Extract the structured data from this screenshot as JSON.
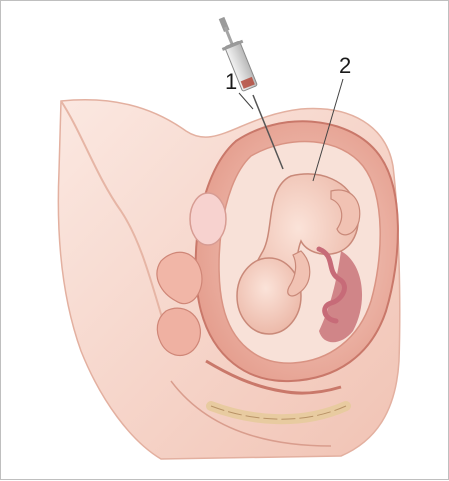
{
  "labels": [
    {
      "id": "needle",
      "text": "1"
    },
    {
      "id": "fetus",
      "text": "2"
    }
  ],
  "colors": {
    "skin": "#f7d9cf",
    "skin_dark": "#eeb7a6",
    "uterus": "#e9a192",
    "uterus_inner": "#f2c2b4",
    "amniotic": "#f8e1d8",
    "fetus": "#f4cbbd",
    "cord": "#c76b78",
    "syringe": "#d8d8d8",
    "plunger": "#9a9a9a",
    "blood": "#b44a3c",
    "line": "#444444"
  }
}
